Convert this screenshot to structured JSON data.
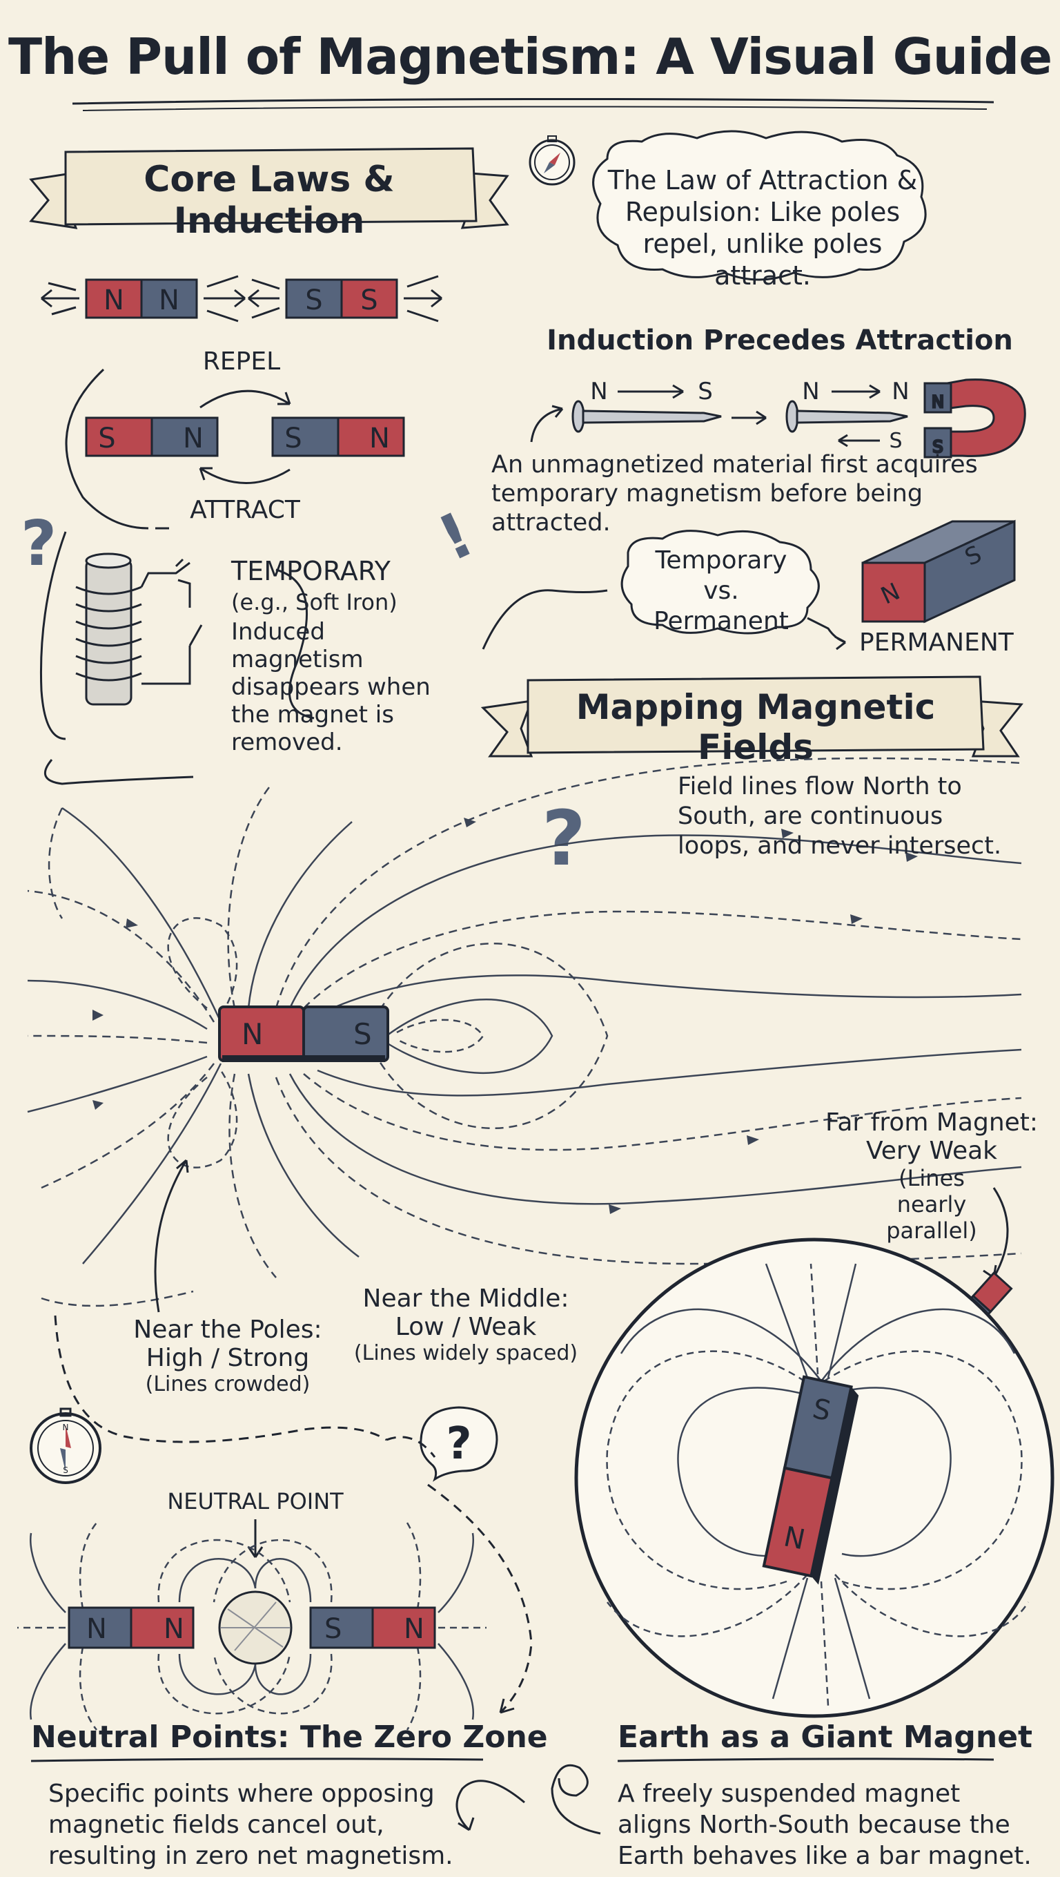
{
  "title": "The Pull of Magnetism: A Visual Guide",
  "sections": {
    "core_laws": "Core Laws & Induction",
    "mapping": "Mapping Magnetic Fields",
    "neutral": "Neutral Points: The Zero Zone",
    "earth": "Earth as a Giant Magnet"
  },
  "law_bubble": "The Law of Attraction & Repulsion: Like poles repel, unlike poles attract.",
  "repel_label": "REPEL",
  "attract_label": "ATTRACT",
  "pole_n": "N",
  "pole_s": "S",
  "induction": {
    "title": "Induction Precedes Attraction",
    "description": "An unmagnetized material first acquires temporary magnetism before being attracted."
  },
  "temporary": {
    "title": "TEMPORARY",
    "example": "(e.g., Soft Iron)",
    "description": "Induced magnetism disappears when the magnet is removed."
  },
  "temp_vs_perm": "Temporary vs. Permanent",
  "permanent_label": "PERMANENT",
  "field_lines_note": "Field lines flow North to South, are continuous loops, and never intersect.",
  "far": {
    "line1": "Far from Magnet:",
    "line2": "Very Weak",
    "note": "(Lines nearly parallel)"
  },
  "middle": {
    "line1": "Near the Middle:",
    "line2": "Low / Weak",
    "note": "(Lines widely spaced)"
  },
  "poles": {
    "line1": "Near the Poles:",
    "line2": "High / Strong",
    "note": "(Lines crowded)"
  },
  "neutral_point_label": "NEUTRAL POINT",
  "neutral_description": "Specific points where opposing magnetic fields cancel out, resulting in zero net magnetism.",
  "earth_description": "A freely suspended magnet aligns North-South because the Earth behaves like a bar magnet.",
  "colors": {
    "north": "#b9484f",
    "south": "#56647c",
    "ink": "#1f2530",
    "paper": "#f6f1e3",
    "ribbon": "#f0e8d2"
  }
}
